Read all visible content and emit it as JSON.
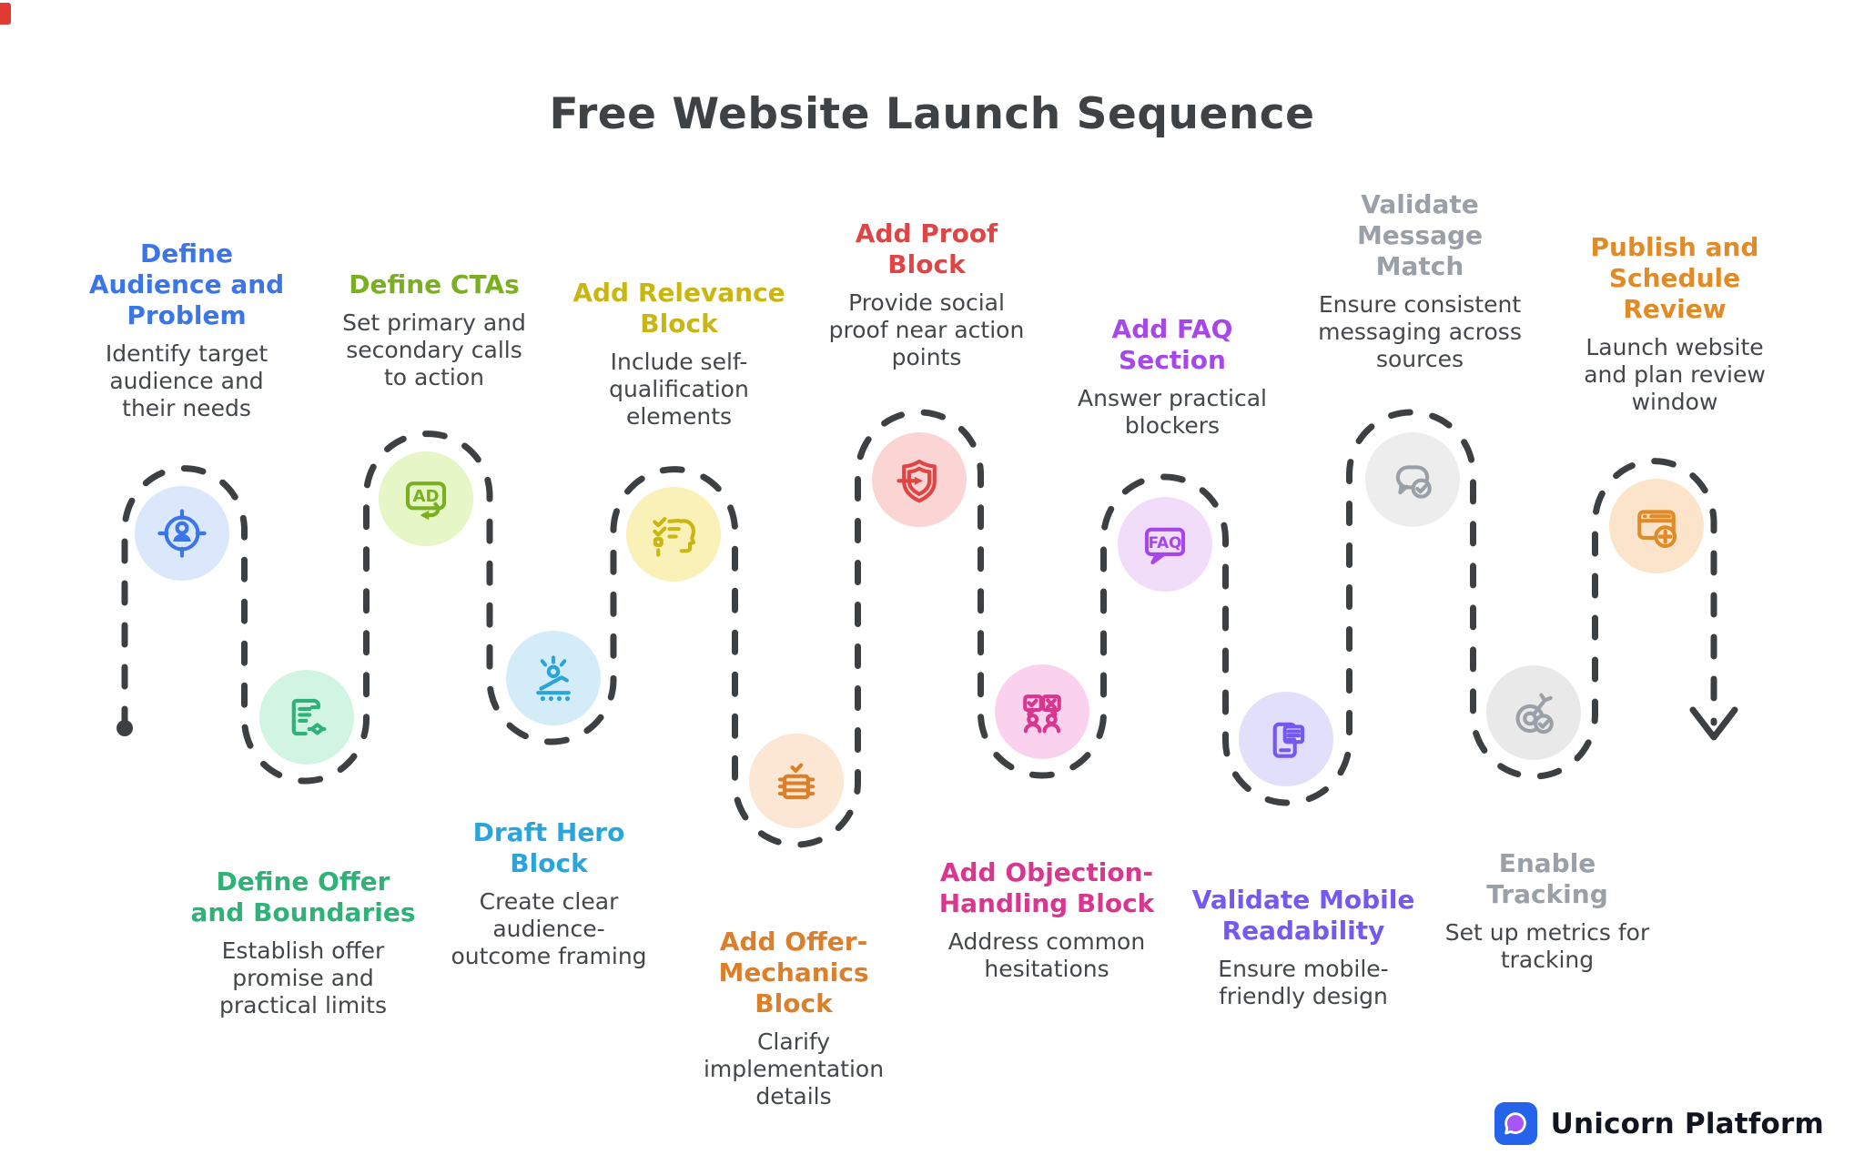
{
  "title": "Free Website Launch Sequence",
  "path": {
    "color": "#3d4043",
    "start_marker": "dot",
    "end_marker": "arrow-down"
  },
  "brand": {
    "name": "Unicorn Platform",
    "badge_color": "#2563eb",
    "drop_color": "#a855f7"
  },
  "steps": [
    {
      "title": "Define\nAudience and\nProblem",
      "description": "Identify target\naudience and\ntheir needs",
      "color": "#3b76e8",
      "circle_color": "#dbe7fa",
      "icon": "target-user-icon",
      "position": "top"
    },
    {
      "title": "Define Offer\nand Boundaries",
      "description": "Establish offer\npromise and\npractical limits",
      "color": "#2eb277",
      "circle_color": "#d2f5e3",
      "icon": "contract-document-icon",
      "position": "bottom"
    },
    {
      "title": "Define CTAs",
      "description": "Set primary and\nsecondary calls\nto action",
      "color": "#7ab020",
      "circle_color": "#e6f6c6",
      "icon": "ad-click-icon",
      "icon_text": "AD",
      "position": "top"
    },
    {
      "title": "Draft Hero\nBlock",
      "description": "Create clear\naudience-\noutcome framing",
      "color": "#29a5db",
      "circle_color": "#d4ecf8",
      "icon": "hero-person-icon",
      "position": "bottom"
    },
    {
      "title": "Add Relevance\nBlock",
      "description": "Include self-\nqualification\nelements",
      "color": "#c9b513",
      "circle_color": "#faf1b8",
      "icon": "checklist-head-icon",
      "position": "top"
    },
    {
      "title": "Add Offer-\nMechanics\nBlock",
      "description": "Clarify\nimplementation\ndetails",
      "color": "#dc7f2b",
      "circle_color": "#fbe7d4",
      "icon": "crate-check-icon",
      "position": "bottom"
    },
    {
      "title": "Add Proof\nBlock",
      "description": "Provide social\nproof near action\npoints",
      "color": "#e04444",
      "circle_color": "#fbd4d4",
      "icon": "shield-arrow-icon",
      "position": "top"
    },
    {
      "title": "Add Objection-\nHandling Block",
      "description": "Address common\nhesitations",
      "color": "#d93690",
      "circle_color": "#fad2ee",
      "icon": "objection-people-icon",
      "position": "bottom"
    },
    {
      "title": "Add FAQ\nSection",
      "description": "Answer practical\nblockers",
      "color": "#a648e8",
      "circle_color": "#f1dcfa",
      "icon": "faq-bubble-icon",
      "icon_text": "FAQ",
      "position": "top"
    },
    {
      "title": "Validate Mobile\nReadability",
      "description": "Ensure mobile-\nfriendly design",
      "color": "#7458f0",
      "circle_color": "#e2dffa",
      "icon": "phone-text-icon",
      "position": "bottom"
    },
    {
      "title": "Validate\nMessage\nMatch",
      "description": "Ensure consistent\nmessaging across\nsources",
      "color": "#9aa0a8",
      "circle_color": "#ededee",
      "icon": "message-check-icon",
      "position": "top"
    },
    {
      "title": "Enable\nTracking",
      "description": "Set up metrics for\ntracking",
      "color": "#9aa0a8",
      "circle_color": "#e9e9ea",
      "icon": "target-dart-check-icon",
      "position": "bottom"
    },
    {
      "title": "Publish and\nSchedule\nReview",
      "description": "Launch website\nand plan review\nwindow",
      "color": "#e08a28",
      "circle_color": "#fce4cb",
      "icon": "browser-plus-icon",
      "position": "top"
    }
  ]
}
